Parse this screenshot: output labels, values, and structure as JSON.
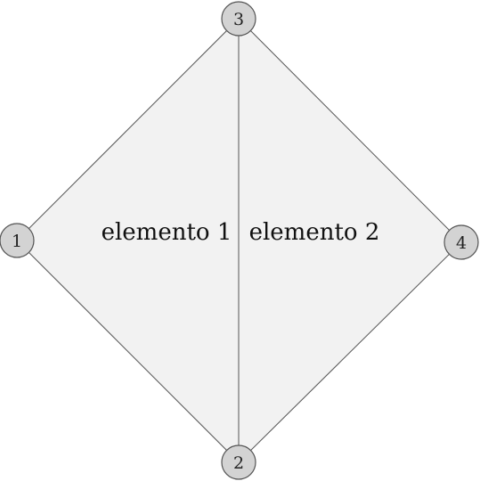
{
  "nodes": [
    {
      "id": "1",
      "label": "1"
    },
    {
      "id": "2",
      "label": "2"
    },
    {
      "id": "3",
      "label": "3"
    },
    {
      "id": "4",
      "label": "4"
    }
  ],
  "elements": [
    {
      "id": "e1",
      "label": "elemento 1",
      "vertices": [
        "1",
        "2",
        "3"
      ]
    },
    {
      "id": "e2",
      "label": "elemento 2",
      "vertices": [
        "3",
        "2",
        "4"
      ]
    }
  ],
  "edges": [
    [
      "1",
      "3"
    ],
    [
      "3",
      "4"
    ],
    [
      "4",
      "2"
    ],
    [
      "2",
      "1"
    ],
    [
      "3",
      "2"
    ]
  ],
  "colors": {
    "region_fill": "#f2f2f2",
    "edge_stroke": "#555555",
    "node_fill": "#d3d3d3",
    "text": "#111111"
  }
}
